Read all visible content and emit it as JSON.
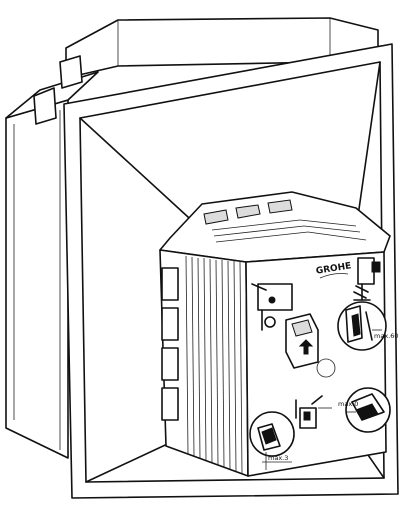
{
  "figure": {
    "brand_label": "GROHE",
    "dimension_labels": {
      "max_60": "max.60",
      "max_0": "max.0",
      "max_3": "max.3"
    }
  }
}
